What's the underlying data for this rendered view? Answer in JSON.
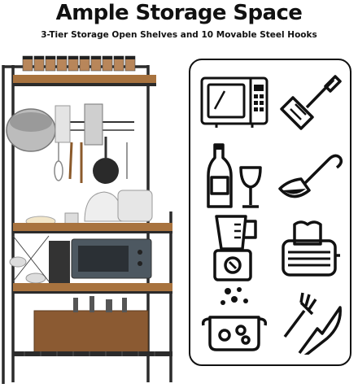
{
  "header": {
    "title": "Ample Storage Space",
    "subtitle": "3-Tier Storage Open Shelves and 10 Movable Steel Hooks"
  },
  "product_photo": {
    "name": "bakers-rack-with-kitchen-items"
  },
  "icon_panel": {
    "icons": [
      "microwave-icon",
      "spatula-icon",
      "wine-bottle-glass-icon",
      "ladle-icon",
      "blender-icon",
      "toaster-icon",
      "cooking-pot-icon",
      "fork-knife-icon"
    ]
  }
}
